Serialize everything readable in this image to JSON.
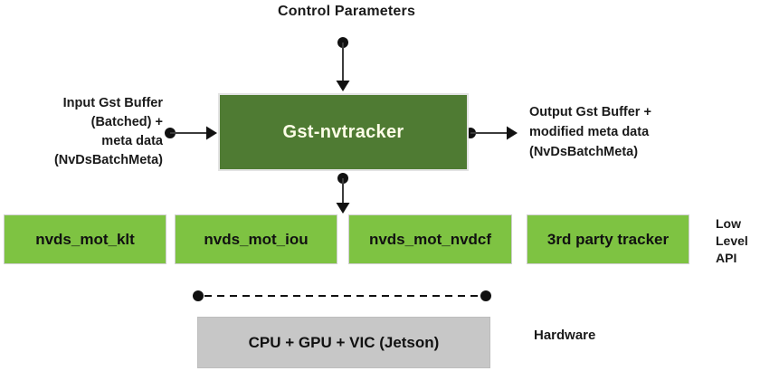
{
  "diagram_title": "Control Parameters",
  "main_box": {
    "label": "Gst-nvtracker"
  },
  "left_label": {
    "lines": [
      "Input Gst Buffer",
      "(Batched) +",
      "meta data",
      "(NvDsBatchMeta)"
    ]
  },
  "right_label": {
    "lines": [
      "Output Gst Buffer +",
      "modified meta data",
      "(NvDsBatchMeta)"
    ]
  },
  "low_level_boxes": [
    {
      "label": "nvds_mot_klt"
    },
    {
      "label": "nvds_mot_iou"
    },
    {
      "label": "nvds_mot_nvdcf"
    },
    {
      "label": "3rd party tracker"
    }
  ],
  "low_level_api_label": {
    "lines": [
      "Low",
      "Level",
      "API"
    ]
  },
  "hardware_box": {
    "label": "CPU + GPU + VIC (Jetson)"
  },
  "hardware_label": "Hardware",
  "connectors": [
    {
      "name": "control-parameters-to-gst-nvtracker",
      "style": "solid-arrow-down"
    },
    {
      "name": "input-buffer-to-gst-nvtracker",
      "style": "solid-arrow-right"
    },
    {
      "name": "gst-nvtracker-to-output-buffer",
      "style": "solid-arrow-right"
    },
    {
      "name": "gst-nvtracker-to-low-level-api",
      "style": "solid-arrow-down"
    },
    {
      "name": "low-level-api-to-hardware-span",
      "style": "dashed-line-dots"
    }
  ],
  "colors": {
    "main_box_fill": "#4f7b33",
    "main_box_text": "#fdfde7",
    "low_level_box_fill": "#7ec342",
    "hardware_box_fill": "#c7c7c7",
    "line": "#3c3c3c",
    "dot": "#111111",
    "text": "#1a1a1a",
    "background": "#ffffff"
  }
}
